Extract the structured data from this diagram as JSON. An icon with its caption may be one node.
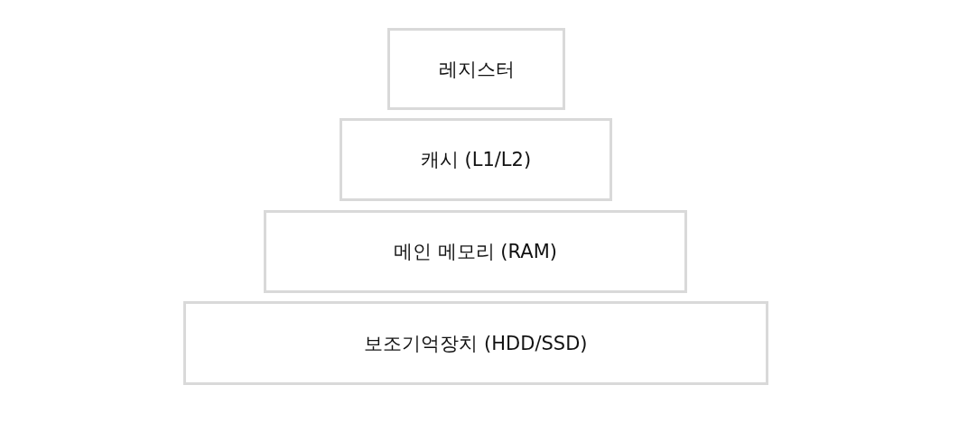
{
  "diagram": {
    "nodes": [
      {
        "text": [
          "레지스터"
        ]
      },
      {
        "text": [
          "캐시 (L1/L2)"
        ]
      },
      {
        "text": [
          "메인 메모리 (RAM)"
        ]
      },
      {
        "text": [
          "보조기억장치 (HDD/SSD)"
        ]
      }
    ]
  }
}
